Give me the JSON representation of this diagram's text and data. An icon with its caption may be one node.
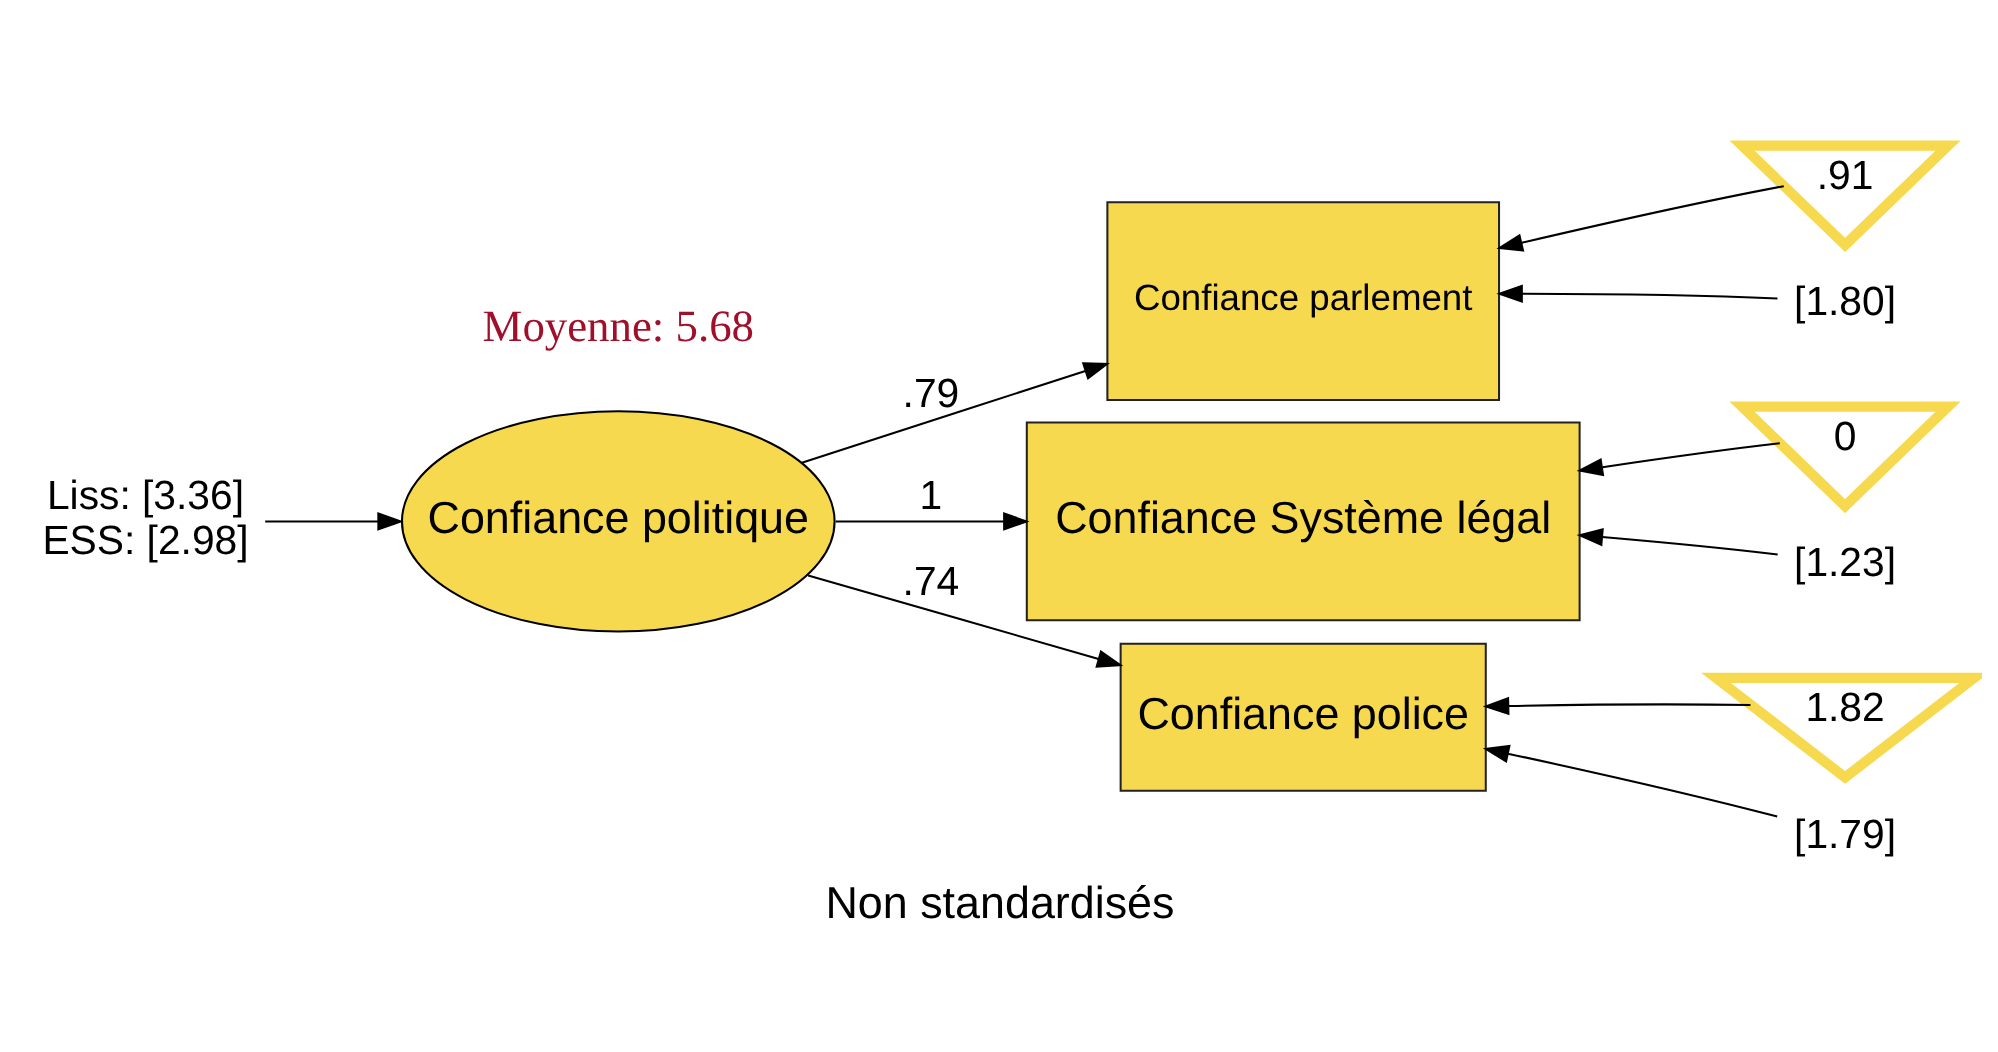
{
  "diagram": {
    "caption": "Non standardisés",
    "nodes": [
      {
        "text": [
          "Confiance politique"
        ]
      },
      {
        "text": [
          "Confiance parlement"
        ]
      },
      {
        "text": [
          ".91"
        ]
      },
      {
        "text": [
          "[1.80]"
        ]
      },
      {
        "text": [
          "Confiance Système légal"
        ]
      },
      {
        "text": [
          "0"
        ]
      },
      {
        "text": [
          "[1.23]"
        ]
      },
      {
        "text": [
          "Liss: [3.36]",
          "ESS: [2.98]"
        ]
      },
      {
        "text": [
          "Confiance police"
        ]
      },
      {
        "text": [
          "1.82"
        ]
      },
      {
        "text": [
          "[1.79]"
        ]
      }
    ],
    "edges": [
      {
        "from": 0,
        "to": 1,
        "arrow": "to",
        "label": ".79"
      },
      {
        "from": 0,
        "to": 4,
        "arrow": "to",
        "label": "1"
      },
      {
        "from": 0,
        "to": 8,
        "arrow": "to",
        "label": ".74"
      },
      {
        "from": 2,
        "to": 1,
        "arrow": "to"
      },
      {
        "from": 3,
        "to": 1,
        "arrow": "to"
      },
      {
        "from": 5,
        "to": 4,
        "arrow": "to"
      },
      {
        "from": 6,
        "to": 4,
        "arrow": "to"
      },
      {
        "from": 9,
        "to": 8,
        "arrow": "to"
      },
      {
        "from": 10,
        "to": 8,
        "arrow": "to"
      },
      {
        "from": 7,
        "to": 0,
        "arrow": "to"
      }
    ],
    "labels": [
      "Moyenne: 5.68"
    ]
  }
}
